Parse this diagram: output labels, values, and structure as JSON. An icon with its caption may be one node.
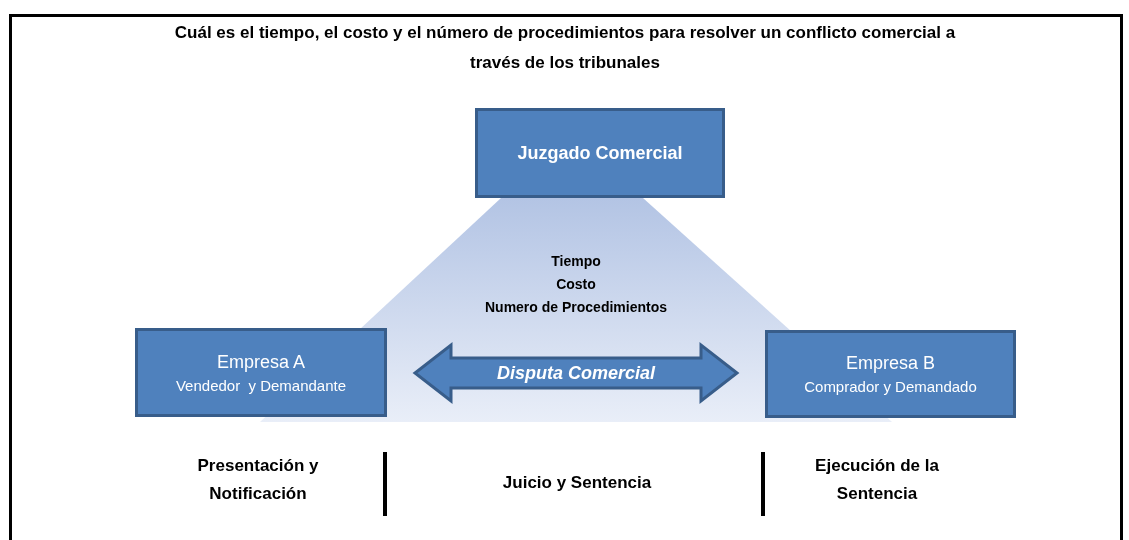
{
  "diagram": {
    "title": "Cuál es el tiempo, el costo y el número de procedimientos para resolver un conflicto comercial a través de los tribunales",
    "nodes": [
      {
        "text": [
          "Juzgado Comercial"
        ]
      },
      {
        "text": [
          "Tiempo",
          "Costo",
          "Numero de Procedimientos"
        ]
      },
      {
        "text": [
          "Empresa A",
          "Vendedor  y Demandante"
        ]
      },
      {
        "text": [
          "Empresa B",
          "Comprador y Demandado"
        ]
      }
    ],
    "edges": [
      {
        "from": 2,
        "to": 3,
        "arrow": "both",
        "label": "Disputa Comercial",
        "style": "thick"
      }
    ],
    "labels": [
      "Presentación y Notificación",
      "Juicio y Sentencia",
      "Ejecución de la Sentencia"
    ]
  }
}
